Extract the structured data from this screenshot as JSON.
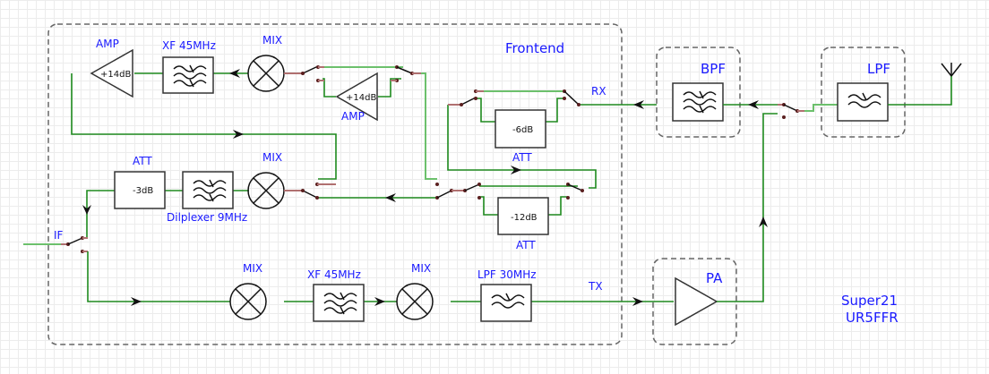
{
  "groups": {
    "frontend": "Frontend",
    "bpf": "BPF",
    "lpf": "LPF",
    "pa": "PA"
  },
  "rx_path": {
    "amp1_label": "AMP",
    "amp1_gain": "+14dB",
    "xf1_label": "XF 45MHz",
    "mix1_label": "MIX",
    "amp2_label": "AMP",
    "amp2_gain": "+14dB",
    "att1_label": "ATT",
    "att1_value": "-6dB",
    "att2_label": "ATT",
    "att2_value": "-12dB",
    "rx_label": "RX"
  },
  "if_path": {
    "att_label": "ATT",
    "att_value": "-3dB",
    "diplexer_label": "Dilplexer 9MHz",
    "mix_label": "MIX",
    "if_label": "IF"
  },
  "tx_path": {
    "mix1_label": "MIX",
    "xf_label": "XF 45MHz",
    "mix2_label": "MIX",
    "lpf_label": "LPF 30MHz",
    "tx_label": "TX"
  },
  "credits": {
    "line1": "Super21",
    "line2": "UR5FFR"
  },
  "colors": {
    "wire": "#1e8a1e",
    "label": "#1a1aff",
    "group_border": "#666666"
  }
}
